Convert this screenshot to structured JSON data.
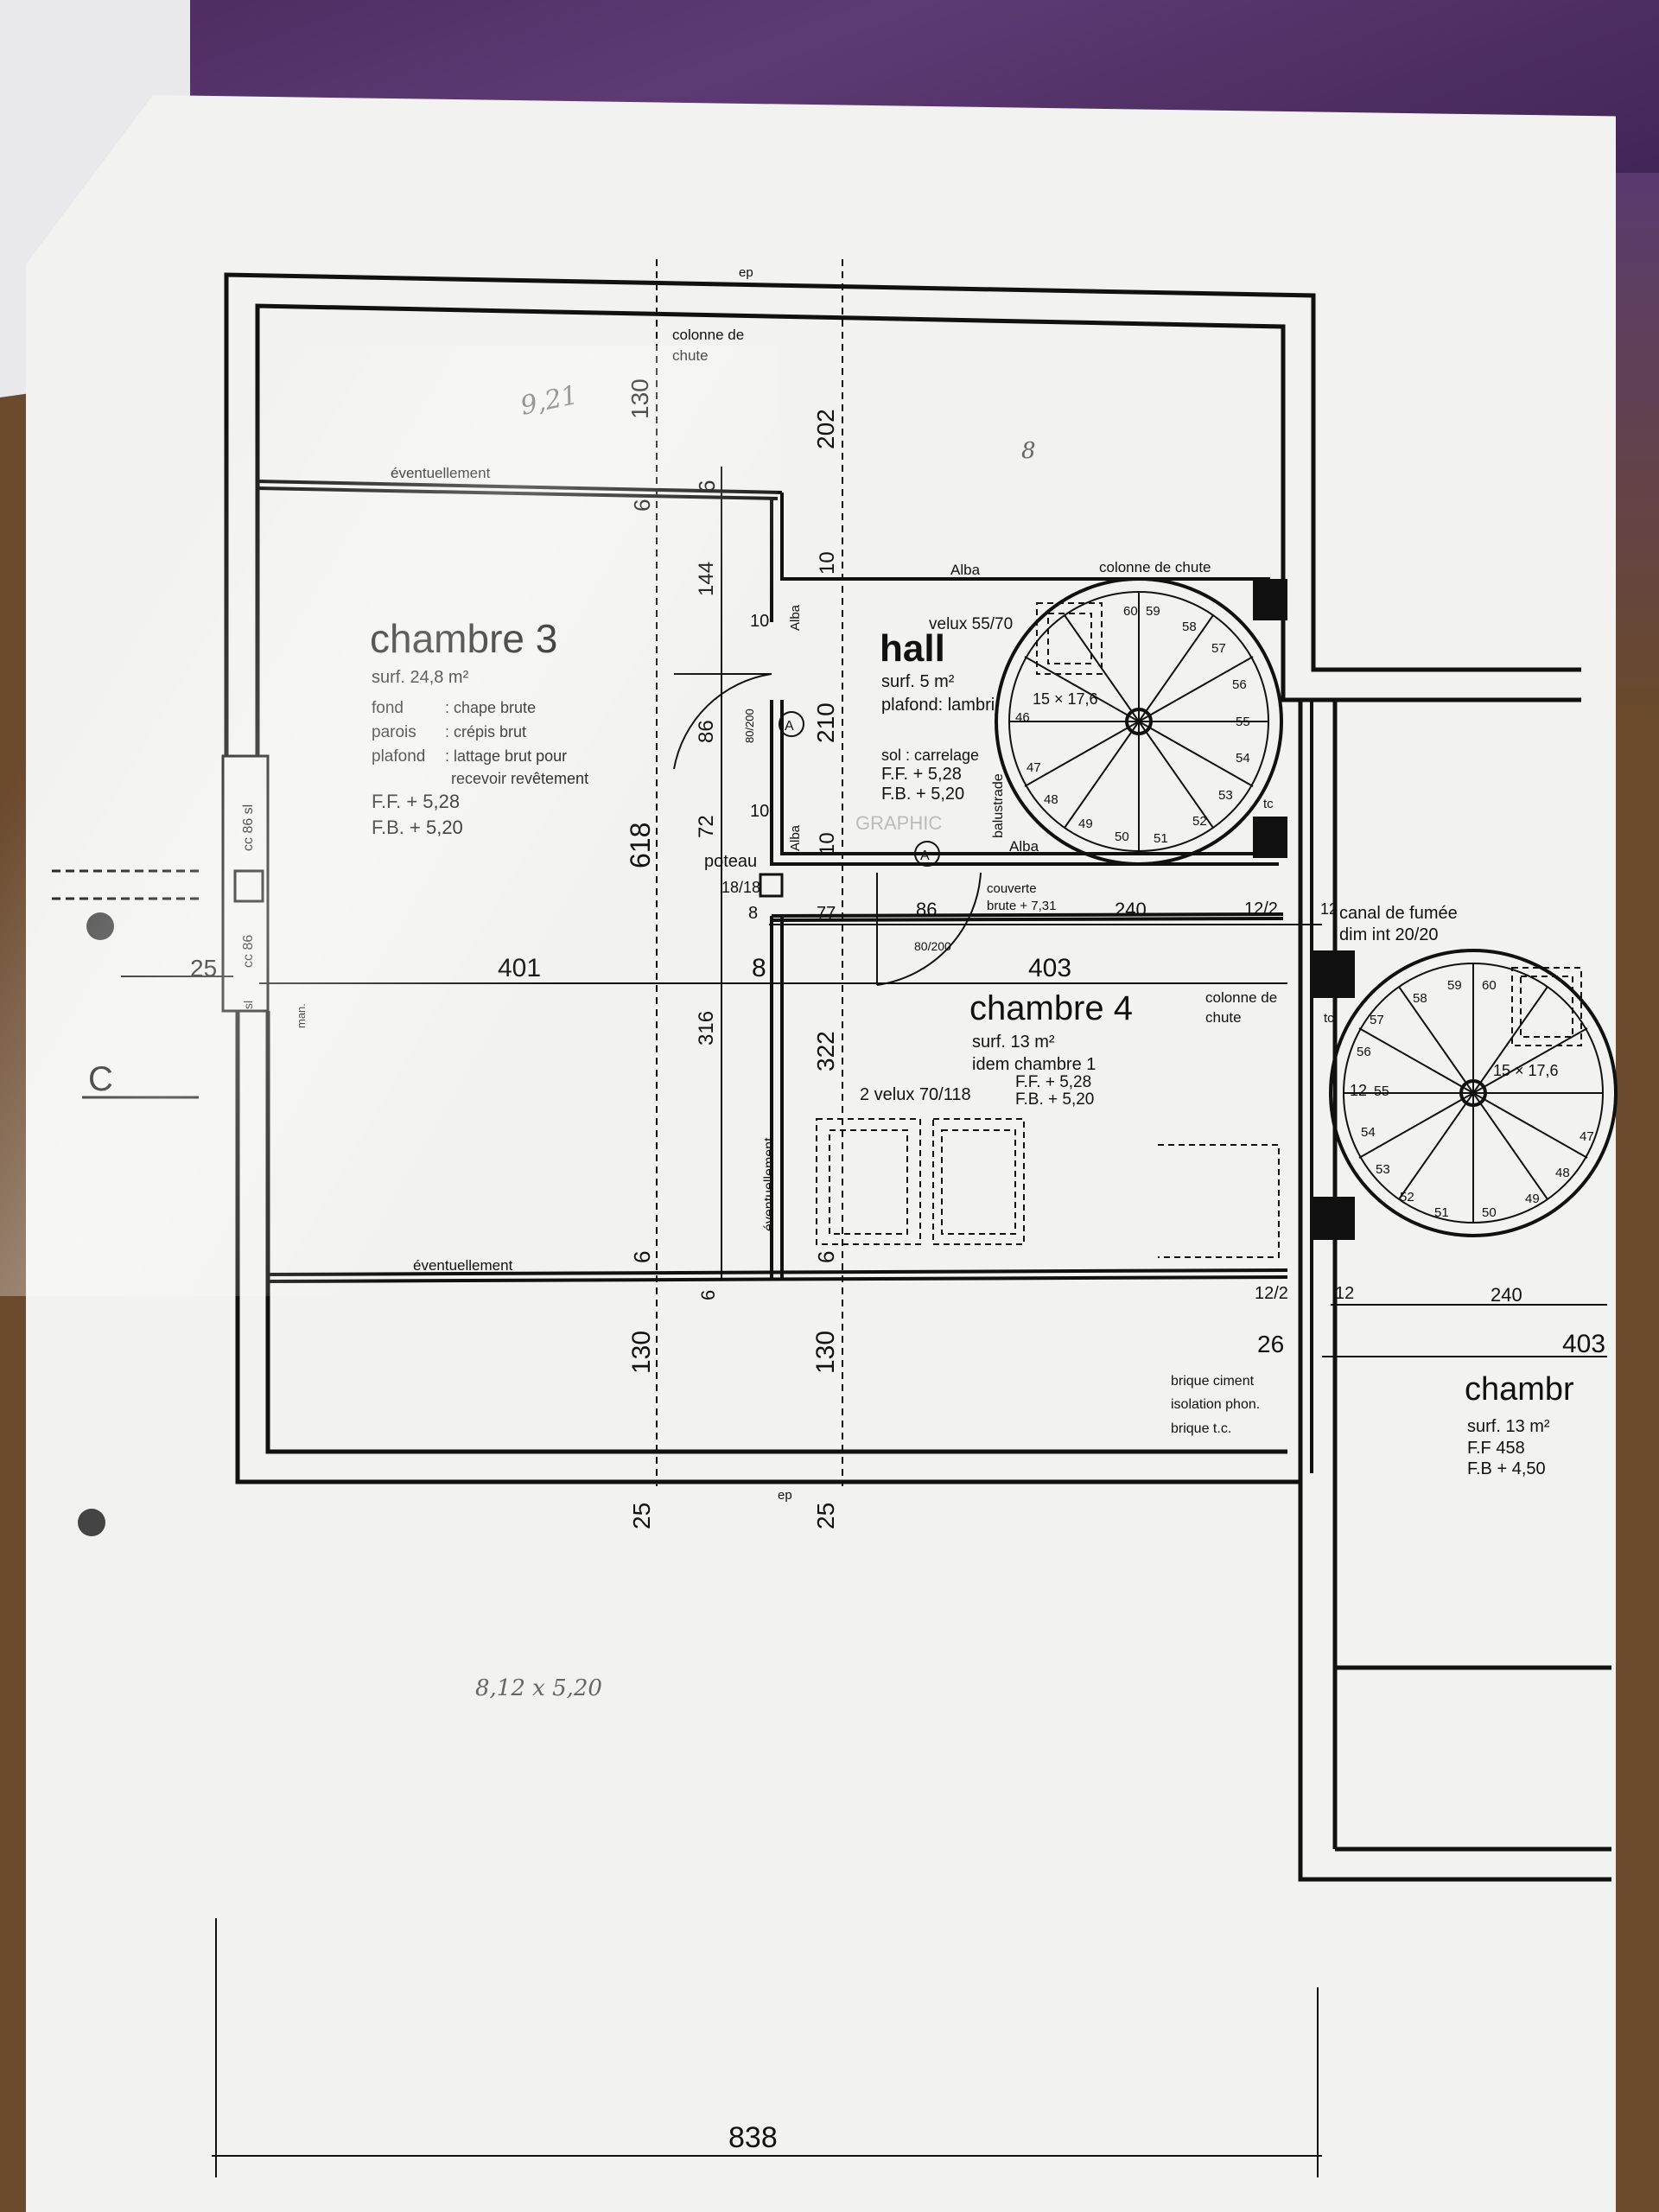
{
  "chambre3": {
    "title": "chambre  3",
    "surf": "surf. 24,8 m²",
    "fond_label": "fond",
    "fond_value": ": chape  brute",
    "parois_label": "parois",
    "parois_value": ": crépis  brut",
    "plafond_label": "plafond",
    "plafond_value": ": lattage  brut  pour",
    "plafond_value2": "recevoir  revêtement",
    "ff": "F.F. + 5,28",
    "fb": "F.B. + 5,20"
  },
  "hall": {
    "title": "hall",
    "surf": "surf. 5 m²",
    "plafond": "plafond: lambri",
    "sol": "sol : carrelage",
    "ff": "F.F. + 5,28",
    "fb": "F.B. + 5,20",
    "velux": "velux 55/70",
    "stair_size": "15 × 17,6",
    "balustrade": "balustrade"
  },
  "chambre4": {
    "title": "chambre  4",
    "surf": "surf.  13 m²",
    "idem": "idem  chambre  1",
    "ff": "F.F. + 5,28",
    "fb": "F.B. + 5,20",
    "velux": "2 velux  70/118"
  },
  "chambre_right": {
    "title": "chambr",
    "surf": "surf. 13 m²",
    "ff": "F.F   458",
    "fb": "F.B  + 4,50",
    "stair_size": "15 × 17,6"
  },
  "labels": {
    "eventuellement_top": "éventuellement",
    "eventuellement_bottom": "éventuellement",
    "eventuellement_vert": "éventuellement",
    "colonne_chute_top": "colonne de",
    "colonne_chute_top2": "chute",
    "colonne_chute_right": "colonne de chute",
    "colonne_chute_mid": "colonne de",
    "colonne_chute_mid2": "chute",
    "alba_top": "Alba",
    "alba_bottom": "Alba",
    "alba_left1": "Alba",
    "alba_left2": "Alba",
    "poteau": "poteau",
    "poteau_size": "18/18",
    "couverte": "couverte",
    "couverte2": "brute + 7,31",
    "canal": "canal  de  fumée",
    "canal2": "dim  int  20/20",
    "brique_ciment": "brique ciment",
    "isolation": "isolation phon.",
    "brique_tc": "brique t.c.",
    "ep1": "ep",
    "ep2": "ep",
    "tc1": "tc",
    "tc2": "tc",
    "door_a1": "A",
    "door_a2": "A",
    "door_frac1": "80/200",
    "door_frac2": "80/200",
    "cc86_1": "cc 86 sl",
    "cc86_2": "cc 86",
    "sl": "sl",
    "man": "man.",
    "letter_c": "C"
  },
  "dimensions": {
    "d130a": "130",
    "d202": "202",
    "d6a": "6",
    "d6b": "6",
    "d144": "144",
    "d10a": "10",
    "d10b": "10",
    "d10c": "10",
    "d10d": "10",
    "d86": "86",
    "d210": "210",
    "d72": "72",
    "d618": "618",
    "d8a": "8",
    "d77": "77",
    "d86b": "86",
    "d240a": "240",
    "d12_2a": "12/2",
    "d12a": "12",
    "d25a": "25",
    "d401": "401",
    "d8b": "8",
    "d403a": "403",
    "d316": "316",
    "d322": "322",
    "d6c": "6",
    "d6d": "6",
    "d6e": "6",
    "d130b": "130",
    "d130c": "130",
    "d12_2b": "12/2",
    "d12b": "12",
    "d240b": "240",
    "d26": "26",
    "d403b": "403",
    "d25b": "25",
    "d25c": "25",
    "d838": "838",
    "d12c": "12",
    "d55": "55"
  },
  "steps_a": [
    "59",
    "58",
    "57",
    "56",
    "55",
    "54",
    "53",
    "52",
    "51",
    "50",
    "49",
    "48",
    "47",
    "46"
  ],
  "steps_a_top": "60",
  "steps_b": [
    "57",
    "58",
    "59",
    "60",
    "56",
    "55",
    "54",
    "53",
    "52",
    "51",
    "50",
    "49",
    "48",
    "47"
  ],
  "handwritten": {
    "note1": "9,21",
    "note2": "8",
    "note3": "8,12  x 5,20"
  },
  "watermark": "GRAPHIC"
}
